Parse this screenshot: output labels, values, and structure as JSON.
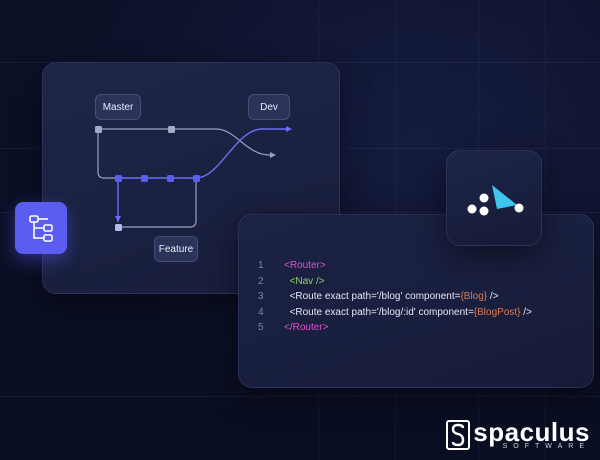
{
  "git": {
    "master_label": "Master",
    "dev_label": "Dev",
    "feature_label": "Feature"
  },
  "code": {
    "lines": [
      {
        "num": "1",
        "indent": "",
        "parts": [
          {
            "text": "<Router>",
            "kind": "tag"
          }
        ]
      },
      {
        "num": "2",
        "indent": "  ",
        "parts": [
          {
            "text": "<Nav />",
            "kind": "nav"
          }
        ]
      },
      {
        "num": "3",
        "indent": "  ",
        "parts": [
          {
            "text": "<Route exact path='/blog' component=",
            "kind": "attr"
          },
          {
            "text": "{Blog}",
            "kind": "expr"
          },
          {
            "text": " />",
            "kind": "attr"
          }
        ]
      },
      {
        "num": "4",
        "indent": "  ",
        "parts": [
          {
            "text": "<Route exact path='/blog/:id' component=",
            "kind": "attr"
          },
          {
            "text": "{BlogPost}",
            "kind": "expr"
          },
          {
            "text": " />",
            "kind": "attr"
          }
        ]
      },
      {
        "num": "5",
        "indent": "",
        "parts": [
          {
            "text": "</Router>",
            "kind": "tag"
          }
        ]
      }
    ]
  },
  "brand": {
    "name": "spaculus",
    "tagline": "SOFTWARE"
  },
  "icons": {
    "tree": "branch-tree-icon",
    "logo": "dots-arrow-logo-icon",
    "brand_mark": "spaculus-s-mark-icon"
  },
  "colors": {
    "accent": "#5b5cf0",
    "tag": "#e44fd0",
    "component": "#8fd16a",
    "expression": "#e07a4b",
    "logo_cyan": "#3fc6f0"
  }
}
